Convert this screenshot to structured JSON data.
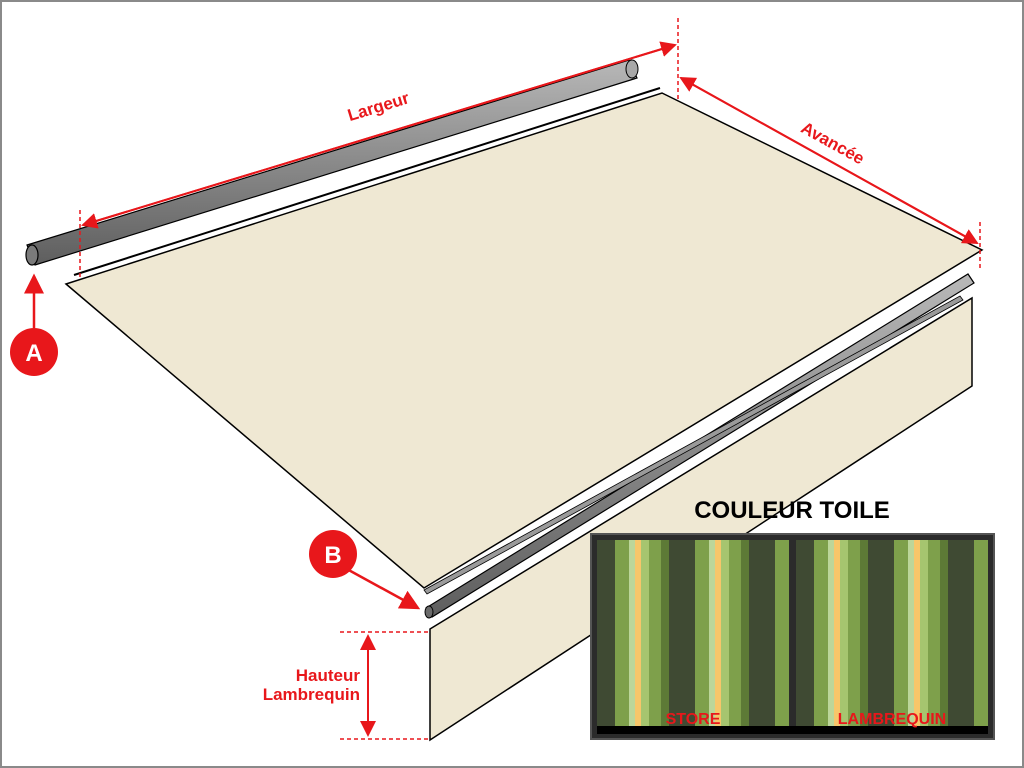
{
  "labels": {
    "width": "Largeur",
    "projection": "Avancée",
    "valance_height_line1": "Hauteur",
    "valance_height_line2": "Lambrequin"
  },
  "markers": {
    "a": "A",
    "b": "B"
  },
  "fabric_color": {
    "title": "COULEUR TOILE",
    "swatches": [
      {
        "label": "STORE"
      },
      {
        "label": "LAMBREQUIN"
      }
    ],
    "stripe_colors": [
      "#3f4a33",
      "#7ea04b",
      "#bcd69a",
      "#f7c66a",
      "#a6c56f",
      "#5d7a36"
    ]
  },
  "colors": {
    "dimension": "#e8171b",
    "fabric": "#efe8d3",
    "tube": "#8c8c8c"
  }
}
